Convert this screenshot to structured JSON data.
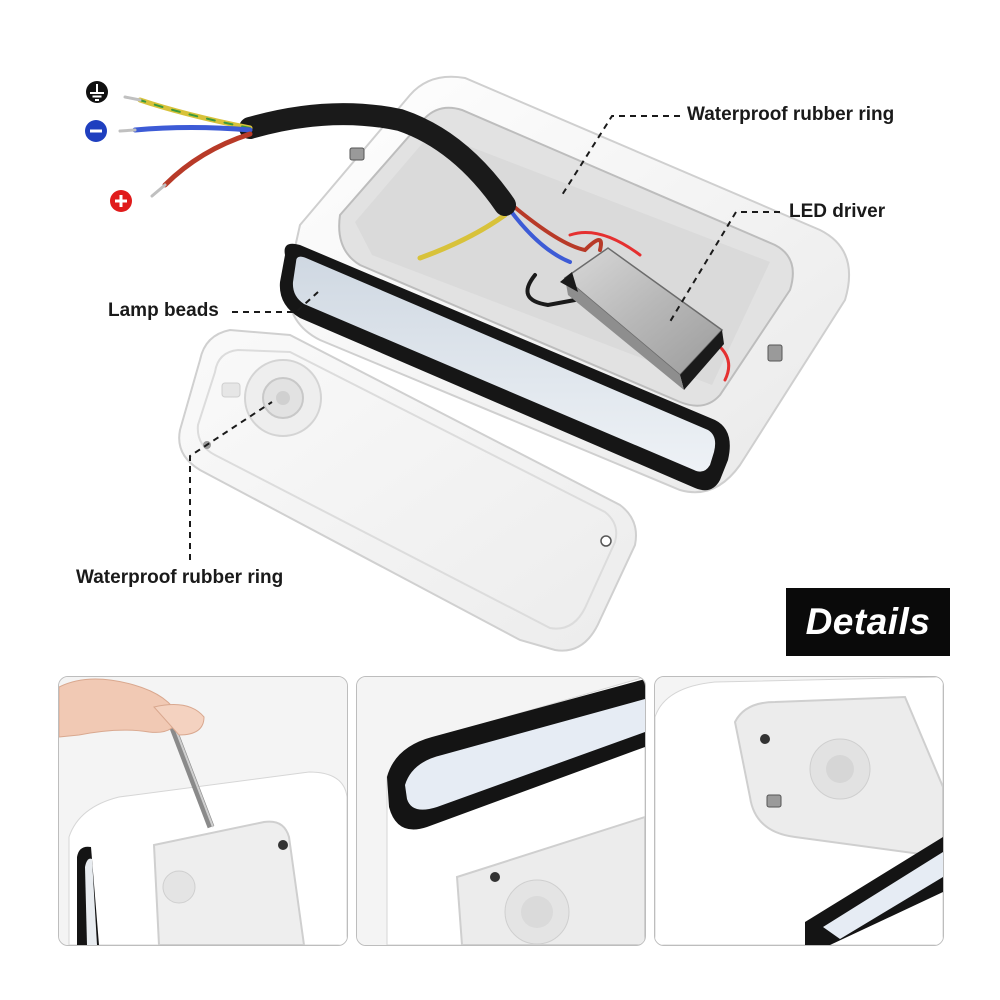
{
  "labels": {
    "rubber_ring_top": "Waterproof rubber ring",
    "led_driver": "LED driver",
    "lamp_beads": "Lamp beads",
    "rubber_ring_bottom": "Waterproof rubber ring"
  },
  "details_title": "Details",
  "wire_terminals": [
    {
      "icon": "ground-icon",
      "color": "#111111"
    },
    {
      "icon": "negative-icon",
      "color": "#1f3fbf"
    },
    {
      "icon": "positive-icon",
      "color": "#e01b1b"
    }
  ],
  "wire_colors": {
    "ground": "#d8c23a",
    "ground_stripe": "#3c9a3c",
    "negative": "#3d5bd6",
    "positive": "#b83a28",
    "cable": "#1a1a1a"
  },
  "detail_panels": [
    {
      "name": "screwdriver-detail"
    },
    {
      "name": "lamp-bead-detail"
    },
    {
      "name": "cover-detail"
    }
  ]
}
